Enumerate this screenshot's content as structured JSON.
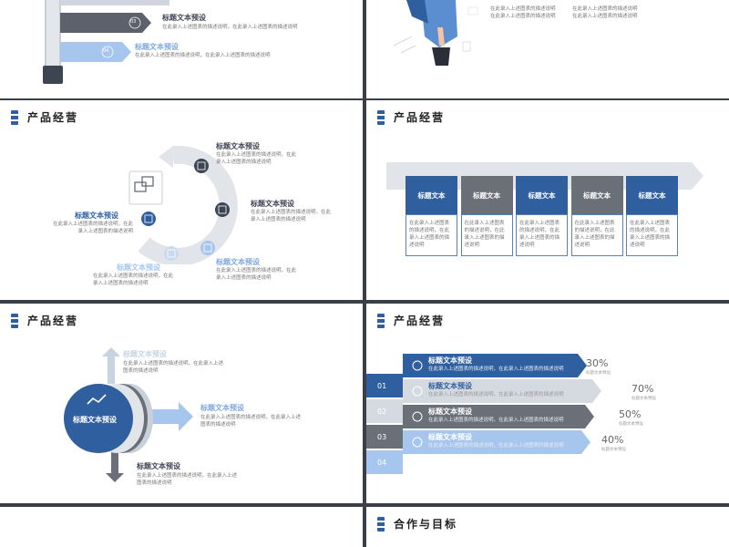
{
  "colors": {
    "blue": "#2f5f9e",
    "gray": "#6b6f78",
    "light_blue": "#a7c6ee",
    "light_gray": "#d5d9e0",
    "dark": "#3d4553"
  },
  "body_text": "在此录入上述图表的描述说明，在此录入上述图表的描述说明",
  "body_text_short": "在此录入上述图表的描述说明，在此录入上述图表的描述说明",
  "slide1": {
    "steps": [
      {
        "num": "03",
        "title": "标题文本预设",
        "desc": "在此录入上述图表的描述说明，在此录入上述图表的描述说明"
      },
      {
        "num": "04",
        "title": "标题文本预设",
        "desc": "在此录入上述图表的描述说明，在此录入上述图表的描述说明"
      }
    ]
  },
  "slide2": {
    "desc_lines": [
      "在此录入上述图表的描述说明",
      "在此录入上述图表的描述说明",
      "在此录入上述图表的描述说明"
    ]
  },
  "slide3": {
    "header": "产品经营",
    "items": [
      {
        "title": "标题文本预设",
        "desc": "在此录入上述图表的描述说明，在此录入上述图表的描述说明"
      },
      {
        "title": "标题文本预设",
        "desc": "在此录入上述图表的描述说明，在此录入上述图表的描述说明"
      },
      {
        "title": "标题文本预设",
        "desc": "在此录入上述图表的描述说明，在此录入上述图表的描述说明"
      },
      {
        "title": "标题文本预设",
        "desc": "在此录入上述图表的描述说明，在此录入上述图表的描述说明"
      }
    ]
  },
  "slide4": {
    "header": "产品经营",
    "columns": [
      {
        "label": "标题文本",
        "desc": "在此录入上述图表的描述说明，在此录入上述图表的描述说明",
        "color": "#2f5f9e"
      },
      {
        "label": "标题文本",
        "desc": "在此录入上述图表的描述说明，在此录入上述图表的描述说明",
        "color": "#6b6f78"
      },
      {
        "label": "标题文本",
        "desc": "在此录入上述图表的描述说明，在此录入上述图表的描述说明",
        "color": "#2f5f9e"
      },
      {
        "label": "标题文本",
        "desc": "在此录入上述图表的描述说明，在此录入上述图表的描述说明",
        "color": "#6b6f78"
      },
      {
        "label": "标题文本",
        "desc": "在此录入上述图表的描述说明，在此录入上述图表的描述说明",
        "color": "#2f5f9e"
      }
    ]
  },
  "slide5": {
    "header": "产品经营",
    "center_label": "标题文本预设",
    "items": [
      {
        "title": "标题文本预设",
        "desc1": "在此录入上述图表的描述说明，在此录入上述",
        "desc2": "图表的描述说明"
      },
      {
        "title": "标题文本预设",
        "desc1": "在此录入上述图表的描述说明，在此录入上述",
        "desc2": "图表的描述说明"
      },
      {
        "title": "标题文本预设",
        "desc1": "在此录入上述图表的描述说明，在此录入上述",
        "desc2": "图表的描述说明"
      }
    ]
  },
  "slide6": {
    "header": "产品经营",
    "rows": [
      {
        "num": "01",
        "title": "标题文本预设",
        "desc": "在此录入上述图表的描述说明，在此录入上述图表的描述说明",
        "pct": "30%",
        "pct_label": "标题文本预设",
        "value": 30,
        "icon": "gear-icon"
      },
      {
        "num": "02",
        "title": "标题文本预设",
        "desc": "在此录入上述图表的描述说明，在此录入上述图表的描述说明",
        "pct": "70%",
        "pct_label": "标题文本预设",
        "value": 70,
        "icon": "monitor-icon"
      },
      {
        "num": "03",
        "title": "标题文本预设",
        "desc": "在此录入上述图表的描述说明，在此录入上述图表的描述说明",
        "pct": "50%",
        "pct_label": "标题文本预设",
        "value": 50,
        "icon": "rocket-icon"
      },
      {
        "num": "04",
        "title": "标题文本预设",
        "desc": "在此录入上述图表的描述说明，在此录入上述图表的描述说明",
        "pct": "40%",
        "pct_label": "标题文本预设",
        "value": 40,
        "icon": "thumbs-up-icon"
      }
    ]
  },
  "slide8": {
    "header": "合作与目标"
  }
}
